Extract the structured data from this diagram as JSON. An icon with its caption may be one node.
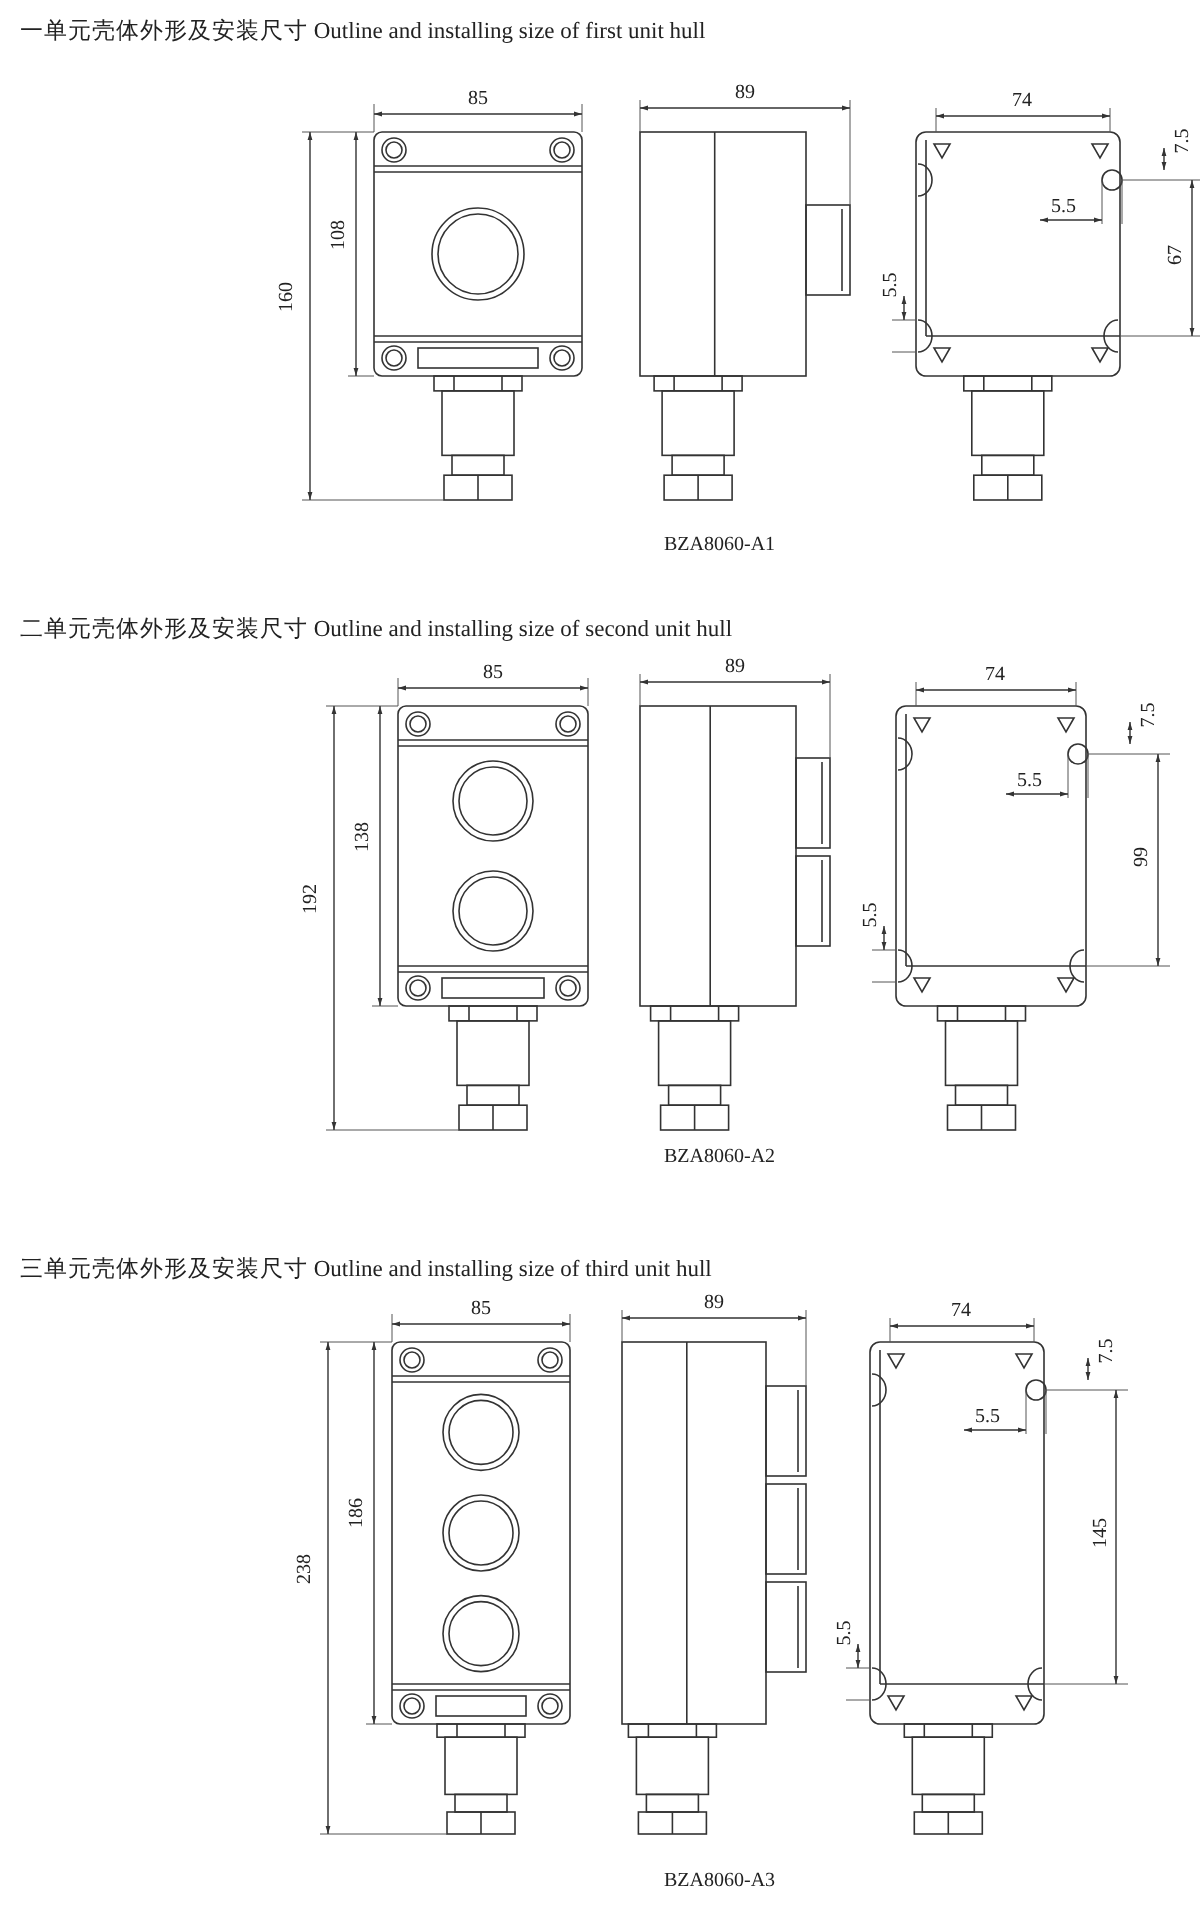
{
  "diagram": {
    "labels": [
      "一单元壳体外形及安装尺寸 Outline and installing size of first unit hull",
      "85",
      "89",
      "74",
      "7.5",
      "108",
      "5.5",
      "160",
      "67",
      "5.5",
      "BZA8060-A1",
      "二单元壳体外形及安装尺寸 Outline and installing size of second unit hull",
      "85",
      "89",
      "74",
      "7.5",
      "138",
      "5.5",
      "192",
      "99",
      "5.5",
      "BZA8060-A2",
      "三单元壳体外形及安装尺寸 Outline and installing size of third unit hull",
      "85",
      "89",
      "74",
      "7.5",
      "186",
      "5.5",
      "238",
      "145",
      "5.5",
      "BZA8060-A3"
    ]
  }
}
